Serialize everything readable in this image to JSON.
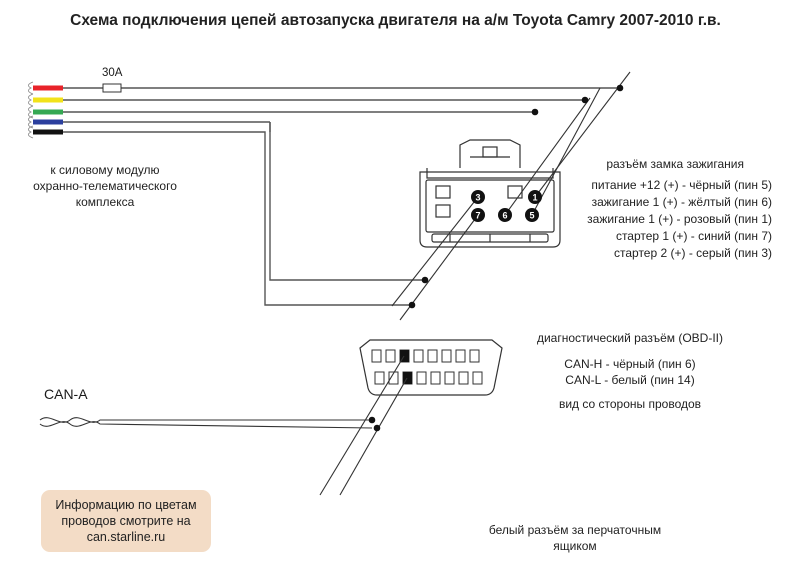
{
  "title": "Схема подключения цепей автозапуска двигателя на а/м Toyota Camry 2007-2010 г.в.",
  "fuse_label": "30A",
  "module_label": [
    "к силовому модулю",
    "охранно-телематического",
    "комплекса"
  ],
  "ignition_connector": {
    "title": "разъём замка зажигания",
    "lines": [
      "питание +12 (+) - чёрный (пин 5)",
      "зажигание 1 (+) - жёлтый (пин 6)",
      "зажигание 1 (+) - розовый (пин 1)",
      "стартер 1 (+) - синий (пин 7)",
      "стартер 2 (+) - серый (пин 3)"
    ],
    "pins": [
      "3",
      "1",
      "7",
      "6",
      "5"
    ]
  },
  "obd": {
    "title": "диагностический  разъём (OBD-II)",
    "lines": [
      "CAN-H - чёрный (пин 6)",
      "CAN-L - белый (пин 14)"
    ],
    "view_note": "вид со стороны проводов"
  },
  "can_label": "CAN-A",
  "info_box": [
    "Информацию по цветам",
    "проводов смотрите на",
    "can.starline.ru"
  ],
  "glovebox_note": [
    "белый разъём за перчаточным",
    "ящиком"
  ],
  "colors": {
    "wire_red": "#e8232a",
    "wire_yellow": "#f2e21a",
    "wire_green": "#35a853",
    "wire_blue": "#2b3f9e",
    "wire_black": "#111111",
    "line_gray": "#555555",
    "info_bg": "#f3dcc6"
  }
}
